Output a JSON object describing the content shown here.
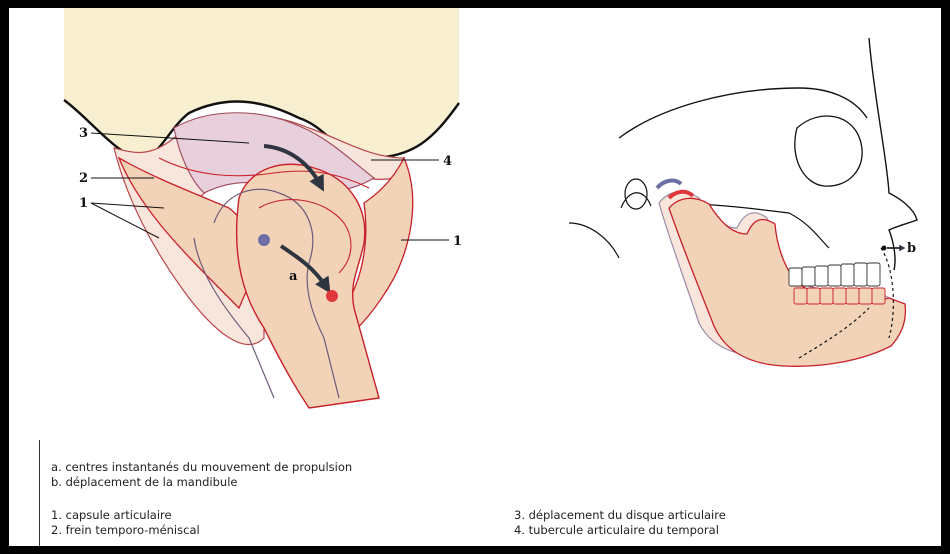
{
  "labels": {
    "left": {
      "n3": "3",
      "n2": "2",
      "n1_left": "1",
      "n4": "4",
      "n1_right": "1",
      "a": "a"
    },
    "right": {
      "b": "b"
    }
  },
  "legend": {
    "a": "a.  centres instantanés du mouvement de propulsion",
    "b": "b.  déplacement de la mandibule",
    "items": [
      "1.  capsule articulaire",
      "2.  frein temporo-méniscal",
      "3.  déplacement du disque articulaire",
      "4.  tubercule articulaire du temporal"
    ]
  },
  "colors": {
    "bone": "#f2d3b8",
    "bone_light": "#f8e6dc",
    "fossa": "#f7efcf",
    "ligament": "#c8202a",
    "disc": "#e8cfdc",
    "marker_blue": "#6b6fa8",
    "marker_red": "#e0383a",
    "arrow": "#2e3440"
  }
}
